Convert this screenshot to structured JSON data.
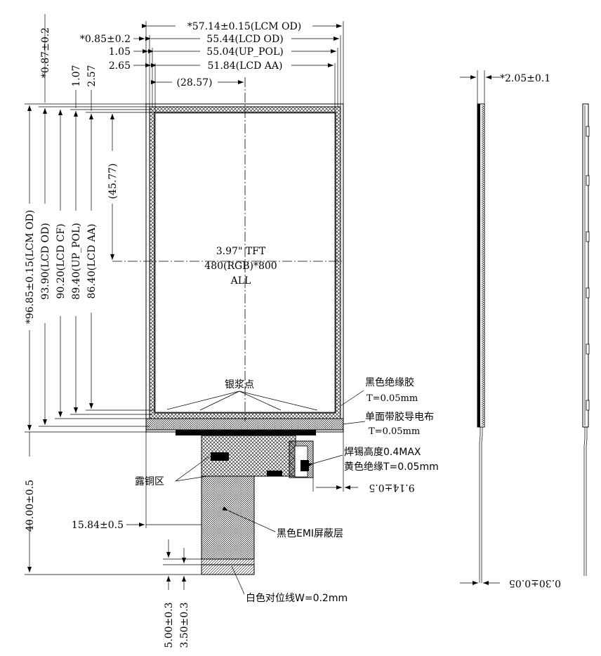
{
  "dimensions": {
    "lcm_od_w": "*57.14±0.15(LCM OD)",
    "lcd_od_w": "55.44(LCD OD)",
    "up_pol_w": "55.04(UP_POL)",
    "lcd_aa_w": "51.84(LCD AA)",
    "offset_085": "*0.85±0.2",
    "offset_105": "1.05",
    "offset_265": "2.65",
    "center_x": "(28.57)",
    "offset_087": "*0.87±0.2",
    "offset_107": "1.07",
    "offset_257": "2.57",
    "center_y": "(45.77)",
    "lcm_od_h": "*96.85±0.15(LCM OD)",
    "lcd_od_h": "93.90(LCD OD)",
    "lcd_cf_h": "90.20(LCD CF)",
    "up_pol_h": "89.40(UP_POL)",
    "lcd_aa_h": "86.40(LCD AA)",
    "fpc_length": "40.00±0.5",
    "fpc_offset": "15.84±0.5",
    "fpc_right": "9.14±0.5",
    "dim_500": "5.00±0.3",
    "dim_350": "3.50±0.3",
    "thickness": "*2.05±0.1",
    "fpc_thickness": "0.30±0.05"
  },
  "panel_label": {
    "line1": "3.97\" TFT",
    "line2": "480(RGB)*800",
    "line3": "ALL"
  },
  "annotations": {
    "silver_dots": "银浆点",
    "black_tape": "黑色绝缘胶",
    "black_tape_t": "T=0.05mm",
    "conductive_tape": "单面带胶导电布",
    "conductive_tape_t": "T=0.05mm",
    "solder_height": "焊锡高度0.4MAX",
    "yellow_tape": "黄色绝缘T=0.05mm",
    "exposed_copper": "露铜区",
    "emi_layer": "黑色EMI屏蔽层",
    "white_line": "白色对位线W=0.2mm"
  }
}
